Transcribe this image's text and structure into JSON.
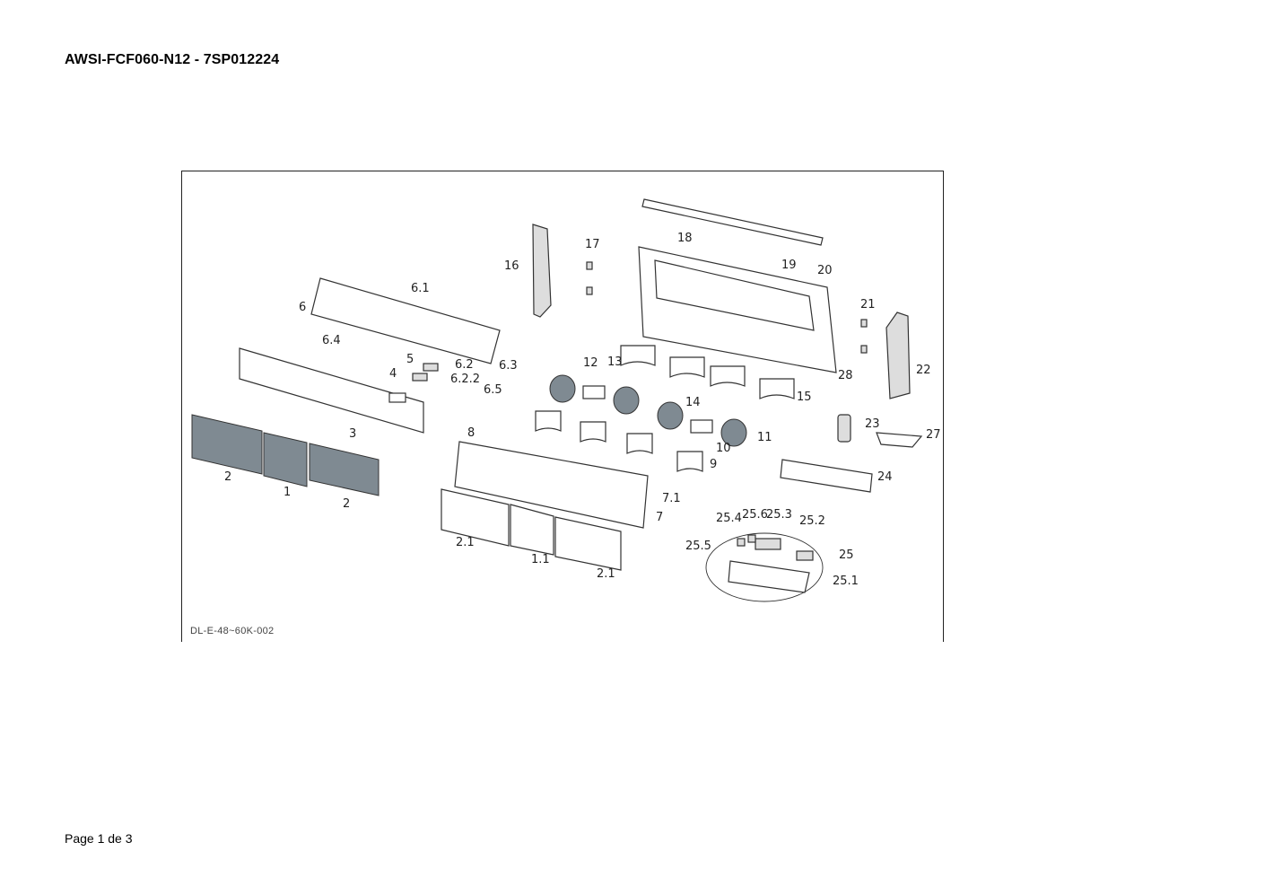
{
  "header": {
    "title": "AWSI-FCF060-N12 - 7SP012224"
  },
  "footer": {
    "page": "Page 1 de 3"
  },
  "diagram": {
    "code": "DL-E-48~60K-002",
    "labels": [
      "1",
      "1.1",
      "2",
      "2",
      "2.1",
      "2.1",
      "3",
      "4",
      "5",
      "6",
      "6.1",
      "6.2",
      "6.2.2",
      "6.3",
      "6.4",
      "6.5",
      "7",
      "7.1",
      "8",
      "9",
      "10",
      "11",
      "12",
      "13",
      "14",
      "15",
      "16",
      "17",
      "18",
      "19",
      "20",
      "21",
      "22",
      "23",
      "24",
      "25",
      "25.1",
      "25.2",
      "25.3",
      "25.4",
      "25.5",
      "25.6",
      "27",
      "28"
    ]
  }
}
